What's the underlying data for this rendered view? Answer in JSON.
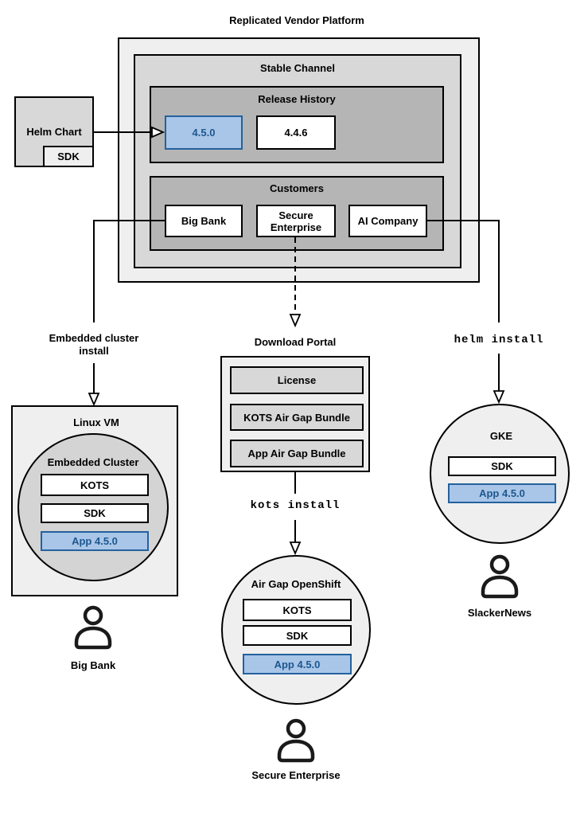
{
  "colors": {
    "highlight_fill": "#a9c6e8",
    "highlight_border": "#24619e",
    "highlight_text": "#1d578f",
    "gray_lightest": "#efefef",
    "gray_light": "#d8d8d8",
    "gray_circle": "#d4d4d4",
    "gray_dark": "#b5b5b5"
  },
  "icons": {
    "user": "person-outline"
  },
  "platform": {
    "title": "Replicated Vendor Platform",
    "channel_title": "Stable Channel",
    "release_history": {
      "title": "Release History",
      "current_release": "4.5.0",
      "previous_release": "4.4.6"
    },
    "customers": {
      "title": "Customers",
      "items": [
        "Big Bank",
        "Secure Enterprise",
        "AI Company"
      ]
    }
  },
  "helm_chart": {
    "label": "Helm Chart",
    "sdk_label": "SDK"
  },
  "flows": {
    "embedded": {
      "edge_label": "Embedded cluster install",
      "host_title": "Linux VM",
      "cluster_title": "Embedded Cluster",
      "components": [
        "KOTS",
        "SDK"
      ],
      "app_label": "App 4.5.0",
      "user_label": "Big Bank"
    },
    "airgap": {
      "portal_title": "Download Portal",
      "portal_items": [
        "License",
        "KOTS Air Gap Bundle",
        "App Air Gap Bundle"
      ],
      "command_label": "kots install",
      "cluster_title": "Air Gap OpenShift",
      "components": [
        "KOTS",
        "SDK"
      ],
      "app_label": "App 4.5.0",
      "user_label": "Secure Enterprise"
    },
    "helm": {
      "command_label": "helm install",
      "cluster_title": "GKE",
      "components": [
        "SDK"
      ],
      "app_label": "App 4.5.0",
      "user_label": "SlackerNews"
    }
  }
}
